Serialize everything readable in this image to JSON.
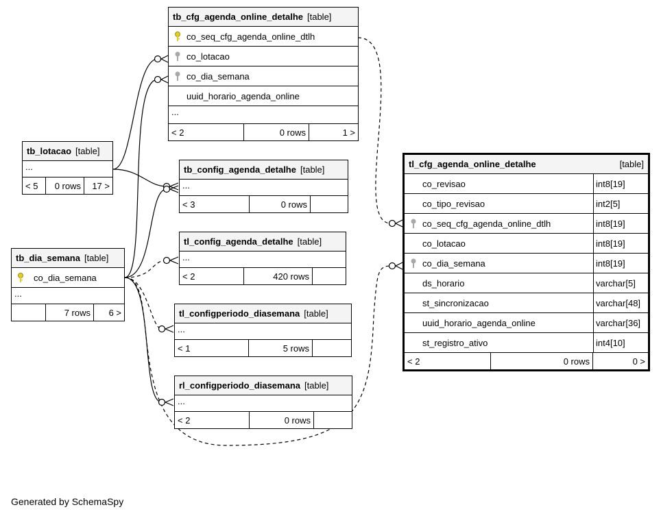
{
  "colors": {
    "key_primary": "#e6cf1c",
    "key_foreign": "#a8a8a8",
    "line": "#000000",
    "header_bg": "#f4f4f4"
  },
  "tables": {
    "cfg_online": {
      "name": "tb_cfg_agenda_online_detalhe",
      "kind": "[table]",
      "columns": [
        {
          "name": "co_seq_cfg_agenda_online_dtlh",
          "key": "primary"
        },
        {
          "name": "co_lotacao",
          "key": "foreign"
        },
        {
          "name": "co_dia_semana",
          "key": "foreign"
        },
        {
          "name": "uuid_horario_agenda_online",
          "key": "none"
        }
      ],
      "ellipsis": "...",
      "footer": [
        "< 2",
        "0 rows",
        "1 >"
      ]
    },
    "lotacao": {
      "name": "tb_lotacao",
      "kind": "[table]",
      "ellipsis": "...",
      "footer": [
        "< 5",
        "0 rows",
        "17 >"
      ]
    },
    "config_detalhe": {
      "name": "tb_config_agenda_detalhe",
      "kind": "[table]",
      "ellipsis": "...",
      "footer": [
        "< 3",
        "0 rows",
        ""
      ]
    },
    "tl_config_detalhe": {
      "name": "tl_config_agenda_detalhe",
      "kind": "[table]",
      "ellipsis": "...",
      "footer": [
        "< 2",
        "420 rows",
        ""
      ]
    },
    "dia_semana": {
      "name": "tb_dia_semana",
      "kind": "[table]",
      "columns": [
        {
          "name": "co_dia_semana",
          "key": "primary"
        }
      ],
      "ellipsis": "...",
      "footer": [
        "",
        "7 rows",
        "6 >"
      ]
    },
    "tl_configperiodo": {
      "name": "tl_configperiodo_diasemana",
      "kind": "[table]",
      "ellipsis": "...",
      "footer": [
        "< 1",
        "5 rows",
        ""
      ]
    },
    "rl_configperiodo": {
      "name": "rl_configperiodo_diasemana",
      "kind": "[table]",
      "ellipsis": "...",
      "footer": [
        "< 2",
        "0 rows",
        ""
      ]
    },
    "tl_cfg_online": {
      "name": "tl_cfg_agenda_online_detalhe",
      "kind": "[table]",
      "columns": [
        {
          "name": "co_revisao",
          "type": "int8[19]",
          "key": "none"
        },
        {
          "name": "co_tipo_revisao",
          "type": "int2[5]",
          "key": "none"
        },
        {
          "name": "co_seq_cfg_agenda_online_dtlh",
          "type": "int8[19]",
          "key": "foreign"
        },
        {
          "name": "co_lotacao",
          "type": "int8[19]",
          "key": "none"
        },
        {
          "name": "co_dia_semana",
          "type": "int8[19]",
          "key": "foreign"
        },
        {
          "name": "ds_horario",
          "type": "varchar[5]",
          "key": "none"
        },
        {
          "name": "st_sincronizacao",
          "type": "varchar[48]",
          "key": "none"
        },
        {
          "name": "uuid_horario_agenda_online",
          "type": "varchar[36]",
          "key": "none"
        },
        {
          "name": "st_registro_ativo",
          "type": "int4[10]",
          "key": "none"
        }
      ],
      "footer": [
        "< 2",
        "0 rows",
        "0 >"
      ]
    }
  },
  "footer_text": "Generated by SchemaSpy"
}
